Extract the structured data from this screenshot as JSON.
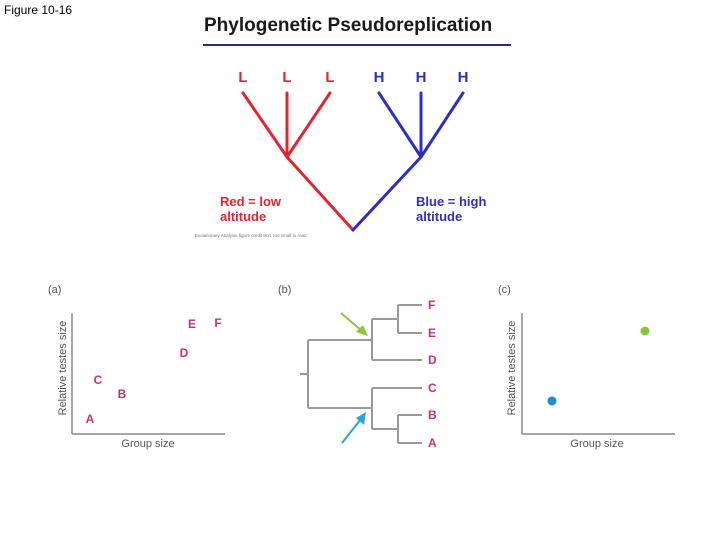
{
  "figure_label": "Figure 10-16",
  "title": "Phylogenetic Pseudoreplication",
  "colors": {
    "red": "#e0262f",
    "blue": "#2b2fc4",
    "magenta": "#c4307a",
    "gray": "#999999",
    "green_arrow": "#8cc63f",
    "cyan_arrow": "#29a6d6",
    "green_point": "#8cc63f",
    "blue_point": "#1f8fc9"
  },
  "top_tree": {
    "tips": [
      "L",
      "L",
      "L",
      "H",
      "H",
      "H"
    ],
    "legend_red": [
      "Red = low",
      "altitude"
    ],
    "legend_blue": [
      "Blue = high",
      "altitude"
    ],
    "credit": "Evolutionary Analysis figure credit text, too small to read"
  },
  "panel_a": {
    "label": "(a)",
    "xlabel": "Group size",
    "ylabel": "Relative testes size",
    "points": [
      "A",
      "B",
      "C",
      "D",
      "E",
      "F"
    ]
  },
  "panel_b": {
    "label": "(b)",
    "tips": [
      "F",
      "E",
      "D",
      "C",
      "B",
      "A"
    ]
  },
  "panel_c": {
    "label": "(c)",
    "xlabel": "Group size",
    "ylabel": "Relative testes size"
  }
}
